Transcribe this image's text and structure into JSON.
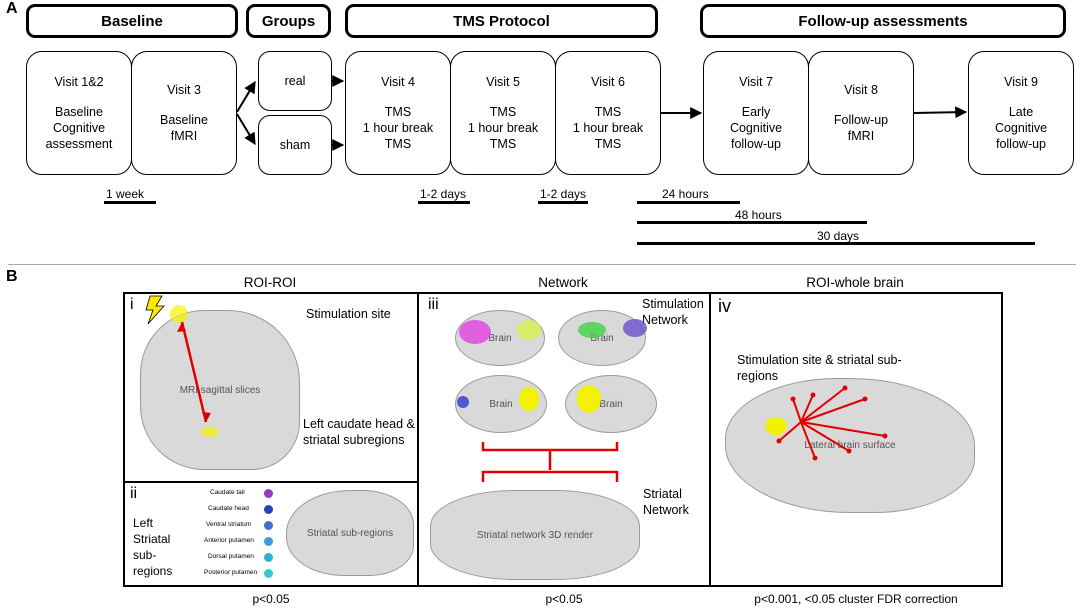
{
  "panel_a": {
    "letter": "A",
    "headers": {
      "baseline": "Baseline",
      "groups": "Groups",
      "tms": "TMS Protocol",
      "followup": "Follow-up assessments"
    },
    "visits": {
      "v12": [
        "Visit 1&2",
        "",
        "Baseline",
        "Cognitive",
        "assessment"
      ],
      "v3": [
        "Visit 3",
        "",
        "Baseline",
        "fMRI"
      ],
      "real": "real",
      "sham": "sham",
      "v4": [
        "Visit 4",
        "",
        "TMS",
        "1 hour break",
        "TMS"
      ],
      "v5": [
        "Visit 5",
        "",
        "TMS",
        "1 hour break",
        "TMS"
      ],
      "v6": [
        "Visit 6",
        "",
        "TMS",
        "1 hour break",
        "TMS"
      ],
      "v7": [
        "Visit 7",
        "",
        "Early",
        "Cognitive",
        "follow-up"
      ],
      "v8": [
        "Visit 8",
        "",
        "Follow-up",
        "fMRI"
      ],
      "v9": [
        "Visit 9",
        "",
        "Late",
        "Cognitive",
        "follow-up"
      ]
    },
    "durations": {
      "week": "1 week",
      "days1": "1-2 days",
      "days2": "1-2 days",
      "h24": "24 hours",
      "h48": "48 hours",
      "d30": "30 days"
    }
  },
  "panel_b": {
    "letter": "B",
    "columns": {
      "roi": "ROI-ROI",
      "network": "Network",
      "whole": "ROI-whole brain"
    },
    "roman": {
      "i": "i",
      "ii": "ii",
      "iii": "iii",
      "iv": "iv"
    },
    "labels": {
      "stim_site": "Stimulation site",
      "caudate": "Left caudate head &\nstriatal subregions",
      "left_striatal": "Left\nStriatal\nsub-\nregions",
      "stim_network": "Stimulation\nNetwork",
      "striatal_network": "Striatal\nNetwork",
      "stim_striatal": "Stimulation site & striatal sub-\nregions"
    },
    "legend": [
      {
        "label": "Caudate tail",
        "color": "#8e3fc4"
      },
      {
        "label": "Caudate head",
        "color": "#2b3fb8"
      },
      {
        "label": "Ventral striatum",
        "color": "#3f6fd4"
      },
      {
        "label": "Anterior putamen",
        "color": "#3a9be0"
      },
      {
        "label": "Dorsal putamen",
        "color": "#2fb0d8"
      },
      {
        "label": "Posterior putamen",
        "color": "#38c6d0"
      }
    ],
    "pvalues": {
      "roi": "p<0.05",
      "network": "p<0.05",
      "whole": "p<0.001, <0.05 cluster FDR correction"
    },
    "colors": {
      "arrow_red": "#e00000",
      "stim_yellow": "#f2f200",
      "brain": "#b8a890"
    }
  }
}
